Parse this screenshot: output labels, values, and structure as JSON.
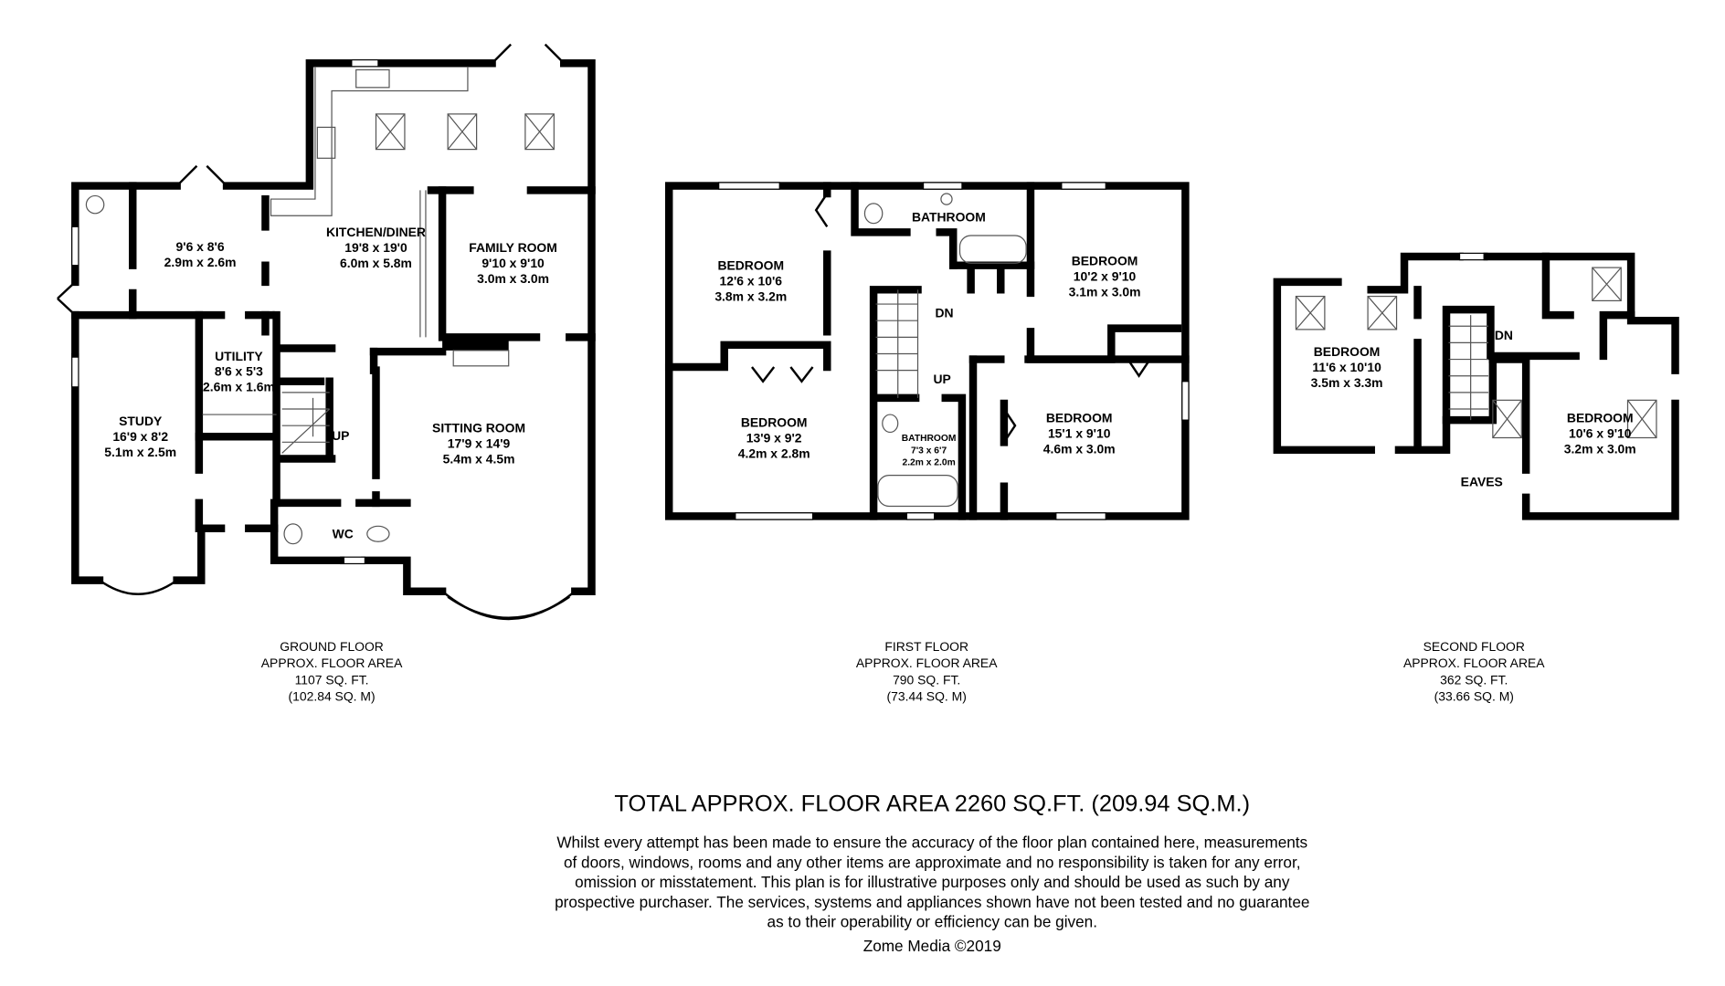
{
  "ground_floor": {
    "rooms": [
      {
        "name": "KITCHEN/DINER",
        "imperial": "19'8 x 19'0",
        "metric": "6.0m x 5.8m"
      },
      {
        "name": "",
        "imperial": "9'6 x 8'6",
        "metric": "2.9m x 2.6m"
      },
      {
        "name": "FAMILY ROOM",
        "imperial": "9'10 x 9'10",
        "metric": "3.0m x 3.0m"
      },
      {
        "name": "UTILITY",
        "imperial": "8'6 x 5'3",
        "metric": "2.6m x 1.6m"
      },
      {
        "name": "STUDY",
        "imperial": "16'9 x 8'2",
        "metric": "5.1m x 2.5m"
      },
      {
        "name": "SITTING ROOM",
        "imperial": "17'9 x 14'9",
        "metric": "5.4m x 4.5m"
      },
      {
        "name": "WC"
      }
    ],
    "stair_label": "UP",
    "caption": [
      "GROUND FLOOR",
      "APPROX. FLOOR AREA",
      "1107 SQ. FT.",
      "(102.84 SQ. M)"
    ]
  },
  "first_floor": {
    "rooms": [
      {
        "name": "BEDROOM",
        "imperial": "12'6 x 10'6",
        "metric": "3.8m x 3.2m"
      },
      {
        "name": "BATHROOM"
      },
      {
        "name": "BEDROOM",
        "imperial": "10'2 x 9'10",
        "metric": "3.1m x 3.0m"
      },
      {
        "name": "BEDROOM",
        "imperial": "13'9 x 9'2",
        "metric": "4.2m x 2.8m"
      },
      {
        "name": "BATHROOM",
        "imperial": "7'3 x 6'7",
        "metric": "2.2m x 2.0m"
      },
      {
        "name": "BEDROOM",
        "imperial": "15'1 x 9'10",
        "metric": "4.6m x 3.0m"
      }
    ],
    "stair_down": "DN",
    "stair_up": "UP",
    "caption": [
      "FIRST FLOOR",
      "APPROX. FLOOR AREA",
      "790 SQ. FT.",
      "(73.44 SQ. M)"
    ]
  },
  "second_floor": {
    "rooms": [
      {
        "name": "BEDROOM",
        "imperial": "11'6 x 10'10",
        "metric": "3.5m x 3.3m"
      },
      {
        "name": "BEDROOM",
        "imperial": "10'6 x 9'10",
        "metric": "3.2m x 3.0m"
      },
      {
        "name": "EAVES"
      }
    ],
    "stair_down": "DN",
    "caption": [
      "SECOND FLOOR",
      "APPROX. FLOOR AREA",
      "362 SQ. FT.",
      "(33.66 SQ. M)"
    ]
  },
  "total": "TOTAL APPROX. FLOOR AREA 2260 SQ.FT. (209.94 SQ.M.)",
  "disclaimer": [
    "Whilst every attempt has been made to ensure the accuracy of the floor plan contained here, measurements",
    "of doors, windows, rooms and any other items are approximate and no responsibility is taken for any error,",
    "omission or misstatement. This plan is for illustrative purposes only and should be used as such by any",
    "prospective purchaser. The services, systems and appliances shown have not been tested and no guarantee",
    "as to their operability or efficiency can be given."
  ],
  "credit": "Zome Media ©2019"
}
